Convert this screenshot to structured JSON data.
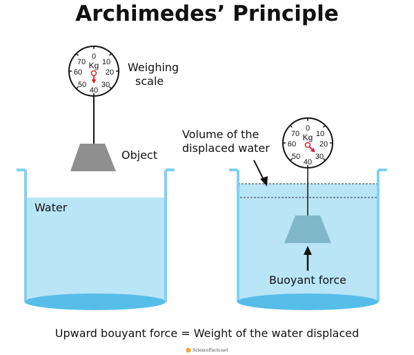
{
  "title": "Archimedes’ Principle",
  "labels": {
    "weighing_scale_line1": "Weighing",
    "weighing_scale_line2": "scale",
    "object": "Object",
    "water": "Water",
    "volume_line1": "Volume of the",
    "volume_line2": "displaced water",
    "buoyant_force": "Buoyant force",
    "caption": "Upward bouyant force = Weight of the water displaced"
  },
  "scale_left": {
    "unit": "Kg",
    "numbers": [
      "0",
      "10",
      "20",
      "30",
      "40",
      "50",
      "60",
      "70"
    ],
    "reading": 40
  },
  "scale_right": {
    "unit": "Kg",
    "numbers": [
      "0",
      "10",
      "20",
      "30",
      "40",
      "50",
      "60",
      "70"
    ],
    "reading": 30
  },
  "brand": "ScienceFacts.net",
  "colors": {
    "water": "#b9e5f7",
    "tank_wall": "#7fd0f2",
    "tank_bottom": "#56bde9",
    "object_dry": "#8f8f8f",
    "object_submerged": "#7fb7c9",
    "needle": "#d9262b"
  }
}
